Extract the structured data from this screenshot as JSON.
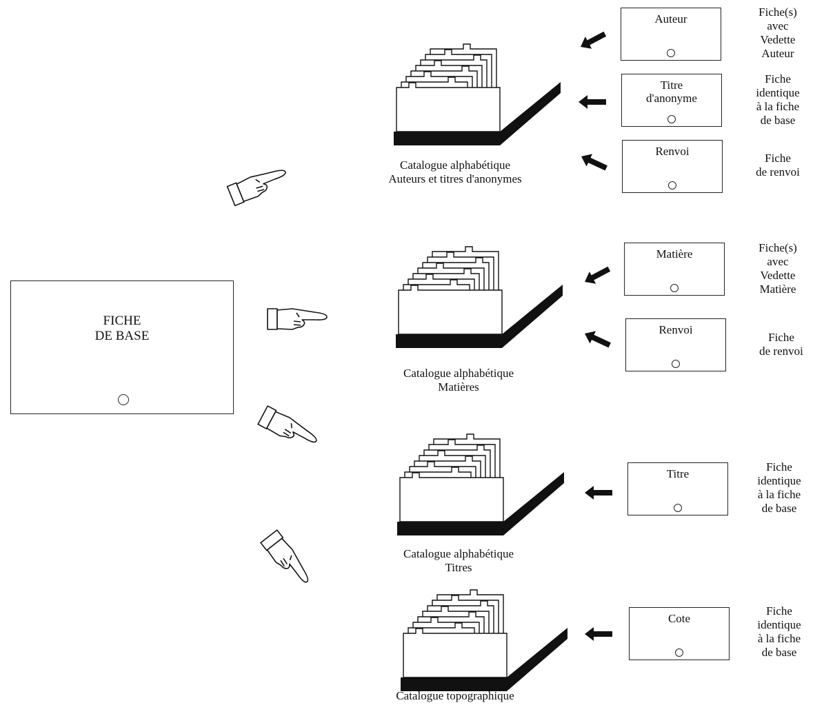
{
  "fiche_de_base": {
    "title_1": "FICHE",
    "title_2": "DE BASE"
  },
  "catalogues": [
    {
      "label_1": "Catalogue alphabétique",
      "label_2": "Auteurs et titres d'anonymes",
      "cards": [
        {
          "title_1": "Auteur",
          "title_2": "",
          "desc": [
            "Fiche(s)",
            "avec",
            "Vedette",
            "Auteur"
          ]
        },
        {
          "title_1": "Titre",
          "title_2": "d'anonyme",
          "desc": [
            "Fiche",
            "identique",
            "à la fiche",
            "de base"
          ]
        },
        {
          "title_1": "Renvoi",
          "title_2": "",
          "desc": [
            "Fiche",
            "de renvoi"
          ]
        }
      ]
    },
    {
      "label_1": "Catalogue alphabétique",
      "label_2": "Matières",
      "cards": [
        {
          "title_1": "Matière",
          "title_2": "",
          "desc": [
            "Fiche(s)",
            "avec",
            "Vedette",
            "Matière"
          ]
        },
        {
          "title_1": "Renvoi",
          "title_2": "",
          "desc": [
            "Fiche",
            "de renvoi"
          ]
        }
      ]
    },
    {
      "label_1": "Catalogue alphabétique",
      "label_2": "Titres",
      "cards": [
        {
          "title_1": "Titre",
          "title_2": "",
          "desc": [
            "Fiche",
            "identique",
            "à la fiche",
            "de base"
          ]
        }
      ]
    },
    {
      "label_1": "Catalogue topographique",
      "label_2": "",
      "cards": [
        {
          "title_1": "Cote",
          "title_2": "",
          "desc": [
            "Fiche",
            "identique",
            "à la fiche",
            "de base"
          ]
        }
      ]
    }
  ]
}
